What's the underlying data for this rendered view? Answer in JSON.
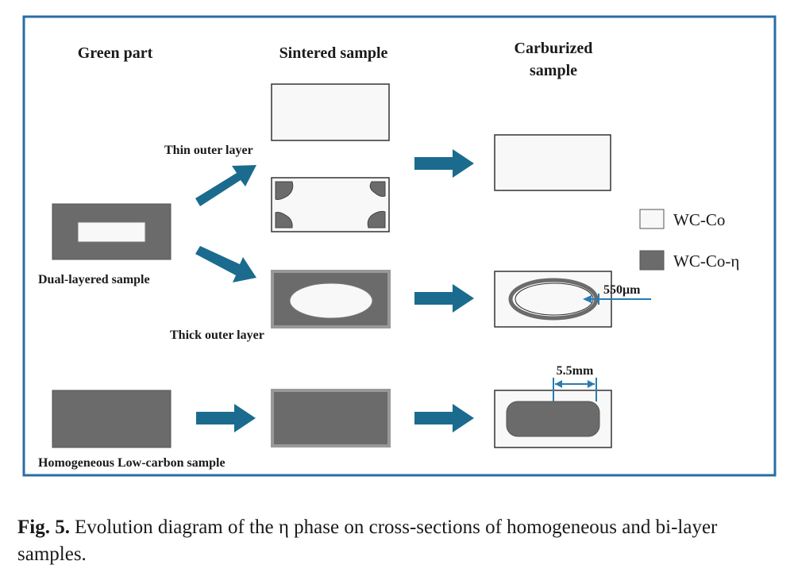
{
  "columns": {
    "green_part": "Green part",
    "sintered": "Sintered sample",
    "carburized_line1": "Carburized",
    "carburized_line2": "sample"
  },
  "labels": {
    "thin_outer_layer": "Thin outer layer",
    "thick_outer_layer": "Thick outer layer",
    "dual_layered": "Dual-layered sample",
    "homogeneous": "Homogeneous Low-carbon sample"
  },
  "dimensions": {
    "eta_layer_thickness": "550μm",
    "eta_core_width": "5.5mm"
  },
  "legend": {
    "wc_co": "WC-Co",
    "wc_co_eta": "WC-Co-η"
  },
  "caption": {
    "fig_number": "Fig. 5.",
    "text": "Evolution diagram of the η phase on cross-sections of homogeneous and bi-layer samples."
  },
  "colors": {
    "frame_border": "#2a6ca6",
    "arrow": "#1b6b8f",
    "wc_co_fill": "#f8f8f8",
    "wc_co_eta_fill": "#6b6b6b",
    "dimension_line": "#2a7ab3"
  }
}
